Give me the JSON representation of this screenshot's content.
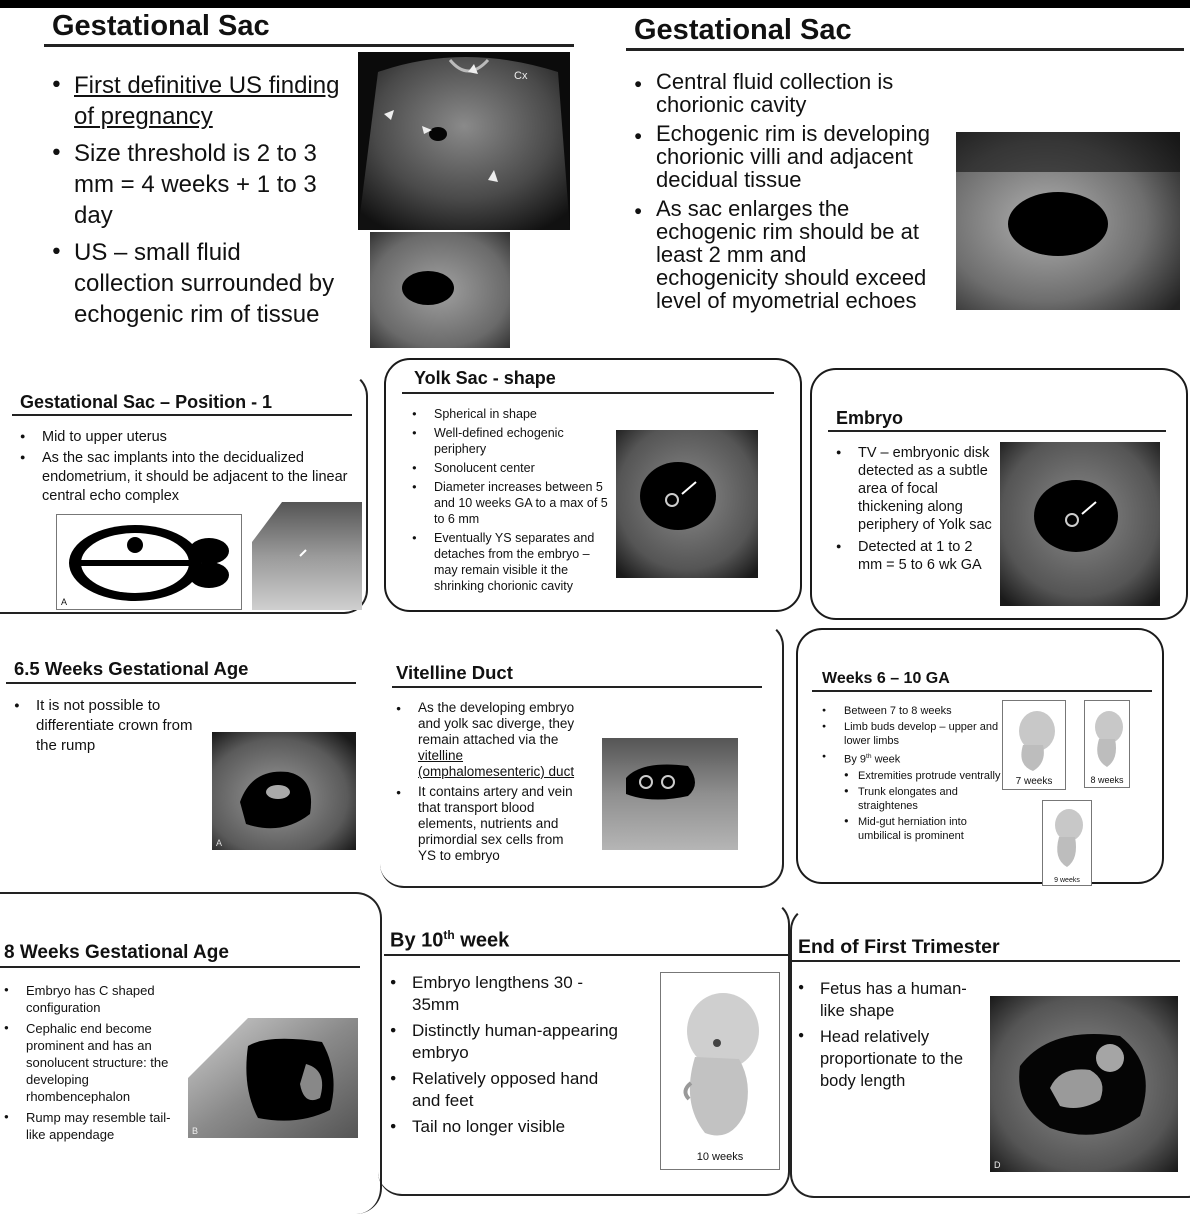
{
  "slides": {
    "s1": {
      "title": "Gestational Sac",
      "b1": "First definitive US finding of pregnancy",
      "b2": "Size threshold is 2 to 3 mm = 4 weeks + 1 to 3 day",
      "b3": "US – small fluid collection surrounded by echogenic rim of tissue",
      "img_label": "Cx"
    },
    "s2": {
      "title": "Gestational Sac",
      "b1": "Central fluid collection is chorionic cavity",
      "b2": "Echogenic rim is developing chorionic villi and adjacent decidual tissue",
      "b3": "As sac enlarges the echogenic rim should be at least 2 mm and echogenicity should exceed level of myometrial echoes"
    },
    "s3": {
      "title": "Gestational Sac – Position - 1",
      "b1": "Mid to upper uterus",
      "b2": "As the sac implants into the decidualized endometrium, it should be adjacent to the linear central echo complex",
      "label_a": "A"
    },
    "s4": {
      "title": "Yolk Sac - shape",
      "bullets": [
        "Spherical in shape",
        "Well-defined echogenic periphery",
        "Sonolucent center",
        "Diameter increases between 5 and 10 weeks GA to a max of 5 to 6 mm",
        "Eventually YS separates and detaches from the embryo – may remain visible it the shrinking chorionic cavity"
      ]
    },
    "s5": {
      "title": "Embryo",
      "b1": "TV – embryonic disk detected as a subtle area of focal thickening along periphery of Yolk sac",
      "b2": "Detected at 1 to 2 mm = 5 to 6 wk GA"
    },
    "s6": {
      "title": "6.5 Weeks Gestational Age",
      "b1": "It is not possible to differentiate crown from the rump",
      "label_a": "A"
    },
    "s7": {
      "title": "Vitelline Duct",
      "b1_pre": "As the developing embryo and yolk sac diverge, they remain attached via the ",
      "b1_link": "vitelline (omphalomesenteric) duct",
      "b2": "It contains artery and vein that transport blood elements, nutrients and primordial sex cells from YS to embryo"
    },
    "s8": {
      "title": "Weeks 6 – 10 GA",
      "b1": "Between 7 to 8 weeks",
      "b2": "Limb buds develop – upper and lower limbs",
      "b3_pre": "By 9",
      "b3_sup": "th",
      "b3_post": " week",
      "subs": [
        "Extremities protrude ventrally",
        "Trunk elongates and straightenes",
        "Mid-gut herniation into umbilical is prominent"
      ],
      "cap1": "7 weeks",
      "cap2": "8 weeks",
      "cap3": "9 weeks"
    },
    "s9": {
      "title": "8 Weeks Gestational Age",
      "bullets": [
        "Embryo has C shaped configuration",
        "Cephalic end become prominent and has an sonolucent structure: the developing rhombencephalon",
        "Rump may resemble tail-like appendage"
      ],
      "label_b": "B"
    },
    "s10": {
      "title_pre": "By 10",
      "title_sup": "th",
      "title_post": " week",
      "bullets": [
        "Embryo lengthens 30 - 35mm",
        "Distinctly human-appearing embryo",
        "Relatively opposed hand and feet",
        "Tail no longer visible"
      ],
      "cap": "10 weeks"
    },
    "s11": {
      "title": "End of First Trimester",
      "bullets": [
        "Fetus has a human-like shape",
        "Head relatively proportionate to the body length"
      ],
      "label_d": "D"
    }
  },
  "icons": [
    "ultrasound-image",
    "uterus-diagram",
    "embryo-illustration"
  ]
}
